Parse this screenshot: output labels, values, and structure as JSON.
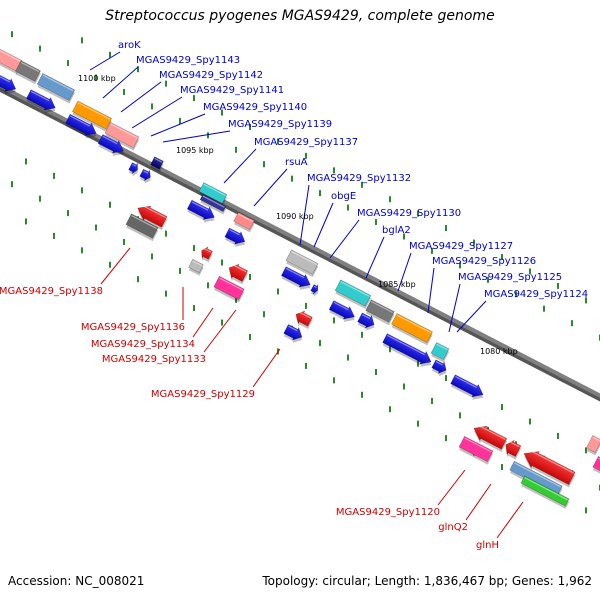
{
  "title": "Streptococcus pyogenes MGAS9429, complete genome",
  "footer": {
    "accession": "Accession: NC_008021",
    "summary": "Topology: circular; Length: 1,836,467 bp; Genes: 1,962"
  },
  "colors": {
    "forward_label": "#0000cc",
    "reverse_label": "#cc0000",
    "backbone": "#808080",
    "tick": "#2a8a2a"
  },
  "scale_labels": [
    "1100 kbp",
    "1095 kbp",
    "1090 kbp",
    "1085 kbp",
    "1080 kbp"
  ],
  "forward_labels": [
    "aroK",
    "MGAS9429_Spy1143",
    "MGAS9429_Spy1142",
    "MGAS9429_Spy1141",
    "MGAS9429_Spy1140",
    "MGAS9429_Spy1139",
    "MGAS9429_Spy1137",
    "rsuA",
    "MGAS9429_Spy1132",
    "obgE",
    "MGAS9429_Spy1130",
    "bglA2",
    "MGAS9429_Spy1127",
    "MGAS9429_Spy1126",
    "MGAS9429_Spy1125",
    "MGAS9429_Spy1124"
  ],
  "reverse_labels": [
    "MGAS9429_Spy1138",
    "MGAS9429_Spy1136",
    "MGAS9429_Spy1134",
    "MGAS9429_Spy1133",
    "MGAS9429_Spy1129",
    "MGAS9429_Spy1120",
    "glnQ2",
    "glnH"
  ]
}
